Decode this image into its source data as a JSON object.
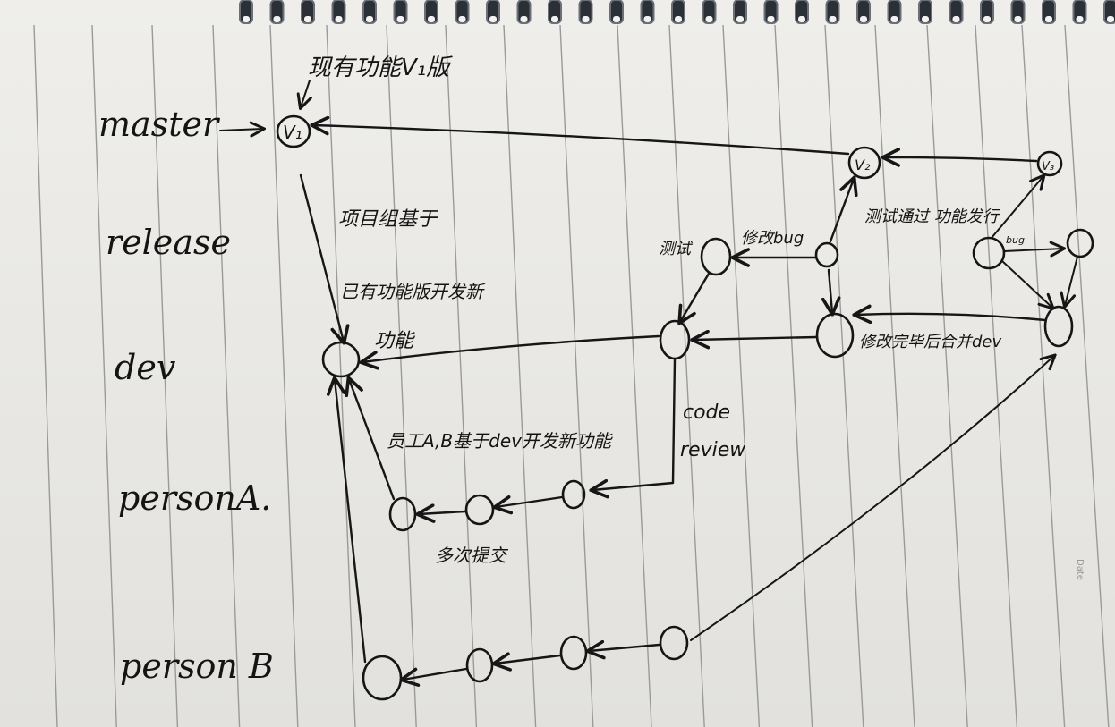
{
  "lanes": [
    {
      "id": "master",
      "label": "master"
    },
    {
      "id": "release",
      "label": "release"
    },
    {
      "id": "dev",
      "label": "dev"
    },
    {
      "id": "personA",
      "label": "personA."
    },
    {
      "id": "personB",
      "label": "person B"
    }
  ],
  "nodes": {
    "v1": "V₁",
    "v2": "V₂",
    "v3": "V₃"
  },
  "annotations": {
    "master_current": "现有功能V₁版",
    "dev_branch_1": "项目组基于",
    "dev_branch_2": "已有功能版开发新",
    "dev_branch_3": "功能",
    "persons_dev": "员工A,B基于dev开发新功能",
    "multi_commit": "多次提交",
    "code": "code",
    "review": "review",
    "test": "测试",
    "fix_bug": "修改bug",
    "test_pass": "测试通过 功能发行",
    "fix_done": "修改完毕后合并dev",
    "bug_small": "bug",
    "page_mark": "Date"
  },
  "style": {
    "ink": "#161616",
    "paper": "#ecebe7",
    "ruled_line": "#9b9a98",
    "binding_ring": "#2b3037"
  }
}
